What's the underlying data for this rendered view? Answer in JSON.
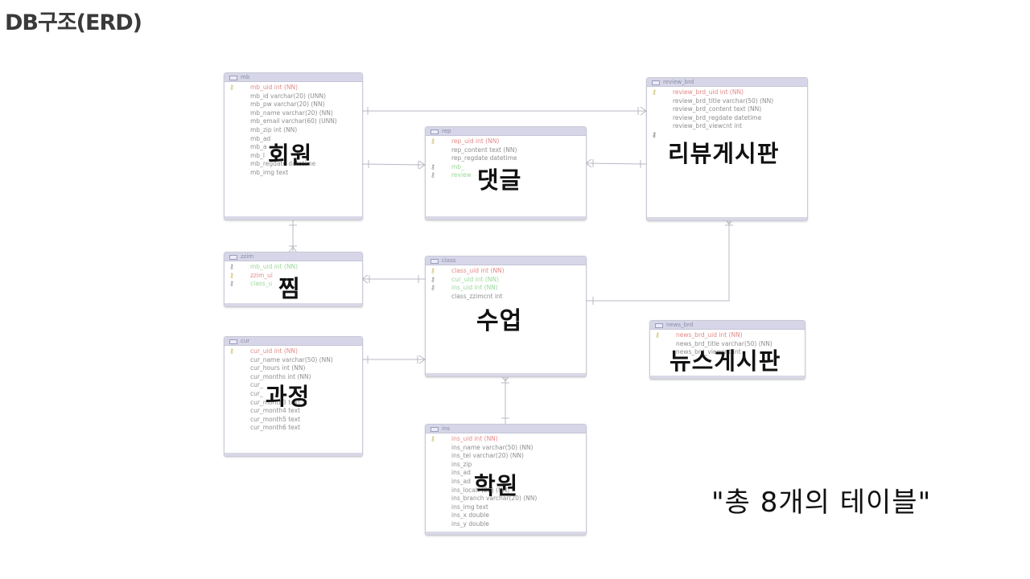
{
  "page": {
    "title": "DB구조(ERD)"
  },
  "tables": {
    "mb": {
      "name": "mb",
      "label": "회원",
      "columns": [
        {
          "text": "mb_uid int (NN)",
          "key": "pk"
        },
        {
          "text": "mb_id varchar(20) (UNN)",
          "key": ""
        },
        {
          "text": "mb_pw varchar(20) (NN)",
          "key": ""
        },
        {
          "text": "mb_name varchar(20) (NN)",
          "key": ""
        },
        {
          "text": "mb_email varchar(60) (UNN)",
          "key": ""
        },
        {
          "text": "mb_zip int (NN)",
          "key": ""
        },
        {
          "text": "mb_ad",
          "key": ""
        },
        {
          "text": "mb_a",
          "key": ""
        },
        {
          "text": "mb_l",
          "key": ""
        },
        {
          "text": "mb_regdate datetime",
          "key": ""
        },
        {
          "text": "mb_img text",
          "key": ""
        }
      ]
    },
    "rep": {
      "name": "rep",
      "label": "댓글",
      "columns": [
        {
          "text": "rep_uid int (NN)",
          "key": "pk"
        },
        {
          "text": "rep_content text (NN)",
          "key": ""
        },
        {
          "text": "rep_regdate datetime",
          "key": ""
        },
        {
          "text": "mb_",
          "key": "fk"
        },
        {
          "text": "review",
          "key": "fk"
        }
      ]
    },
    "review_brd": {
      "name": "review_brd",
      "label": "리뷰게시판",
      "columns": [
        {
          "text": "review_brd_uid int (NN)",
          "key": "pk"
        },
        {
          "text": "review_brd_title varchar(50) (NN)",
          "key": ""
        },
        {
          "text": "review_brd_content text (NN)",
          "key": ""
        },
        {
          "text": "review_brd_regdate datetime",
          "key": ""
        },
        {
          "text": "review_brd_viewcnt int",
          "key": ""
        },
        {
          "text": "",
          "key": "fk"
        },
        {
          "text": "",
          "key": "fk"
        }
      ]
    },
    "zzim": {
      "name": "zzim",
      "label": "찜",
      "columns": [
        {
          "text": "mb_uid int (NN)",
          "key": "fk"
        },
        {
          "text": "zzim_ui",
          "key": "pk"
        },
        {
          "text": "class_u",
          "key": "fk"
        }
      ]
    },
    "class": {
      "name": "class",
      "label": "수업",
      "columns": [
        {
          "text": "class_uid int (NN)",
          "key": "pk"
        },
        {
          "text": "cur_uid int (NN)",
          "key": "fk"
        },
        {
          "text": "ins_uid int (NN)",
          "key": "fk"
        },
        {
          "text": "class_zzimcnt int",
          "key": ""
        }
      ]
    },
    "cur": {
      "name": "cur",
      "label": "과정",
      "columns": [
        {
          "text": "cur_uid int (NN)",
          "key": "pk"
        },
        {
          "text": "cur_name varchar(50) (NN)",
          "key": ""
        },
        {
          "text": "cur_hours int (NN)",
          "key": ""
        },
        {
          "text": "cur_months int (NN)",
          "key": ""
        },
        {
          "text": "cur_",
          "key": ""
        },
        {
          "text": "cur_",
          "key": ""
        },
        {
          "text": "cur_month3 text",
          "key": ""
        },
        {
          "text": "cur_month4 text",
          "key": ""
        },
        {
          "text": "cur_month5 text",
          "key": ""
        },
        {
          "text": "cur_month6 text",
          "key": ""
        }
      ]
    },
    "news_brd": {
      "name": "news_brd",
      "label": "뉴스게시판",
      "columns": [
        {
          "text": "news_brd_uid int (NN)",
          "key": "pk"
        },
        {
          "text": "news_brd_title varchar(50) (NN)",
          "key": ""
        },
        {
          "text": "",
          "key": ""
        },
        {
          "text": "news_brd_viewcnt int",
          "key": ""
        }
      ]
    },
    "ins": {
      "name": "ins",
      "label": "학원",
      "columns": [
        {
          "text": "ins_uid int (NN)",
          "key": "pk"
        },
        {
          "text": "ins_name varchar(50) (NN)",
          "key": ""
        },
        {
          "text": "ins_tel varchar(20) (NN)",
          "key": ""
        },
        {
          "text": "ins_zip",
          "key": ""
        },
        {
          "text": "ins_ad",
          "key": ""
        },
        {
          "text": "ins_ad",
          "key": ""
        },
        {
          "text": "ins_locati                        (20) (NN)",
          "key": ""
        },
        {
          "text": "ins_branch varchar(20) (NN)",
          "key": ""
        },
        {
          "text": "ins_img text",
          "key": ""
        },
        {
          "text": "ins_x double",
          "key": ""
        },
        {
          "text": "ins_y double",
          "key": ""
        }
      ]
    }
  },
  "note": "\"총 8개의 테이블\""
}
